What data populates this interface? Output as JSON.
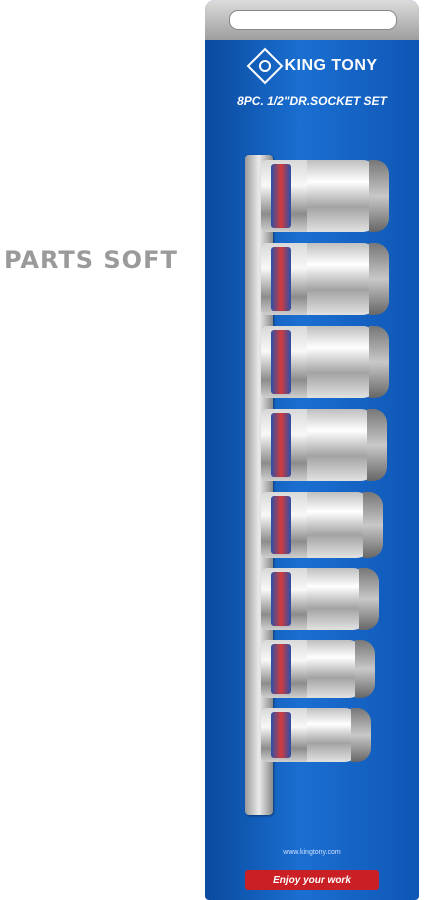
{
  "watermark": {
    "text": "PARTS SOFT"
  },
  "product": {
    "brand": "KING TONY",
    "title": "8PC. 1/2\"DR.SOCKET SET",
    "website": "www.kingtony.com",
    "tagline": "Enjoy your work",
    "colors": {
      "card_blue": "#1a6fd1",
      "band_red": "#d33b3b",
      "band_blue": "#2a4fa8",
      "tag_red": "#c91f25"
    },
    "socket_count": 8
  }
}
